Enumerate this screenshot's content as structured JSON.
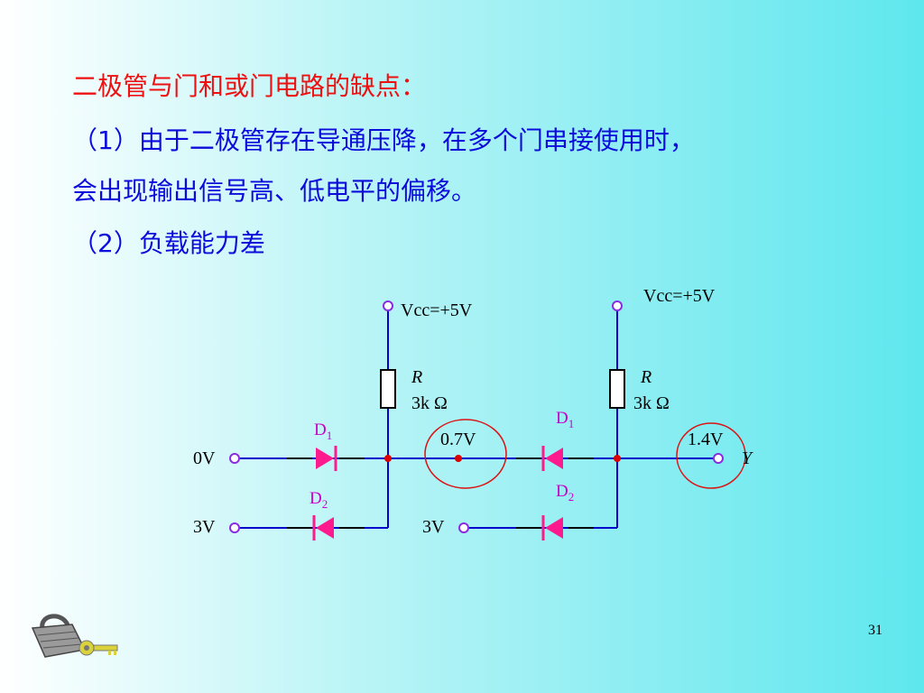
{
  "slide": {
    "heading": "二极管与门和或门电路的缺点：",
    "point1_line1": "（1）由于二极管存在导通压降，在多个门串接使用时，",
    "point1_line2": "会出现输出信号高、低电平的偏移。",
    "point2": "（2）负载能力差",
    "page_number": "31"
  },
  "circuit": {
    "left_gate": {
      "vcc": "Vcc=+5V",
      "resistor_name": "R",
      "resistor_value": "3k Ω",
      "d1_letter": "D",
      "d1_sub": "1",
      "d2_letter": "D",
      "d2_sub": "2",
      "input_a": "0V",
      "input_b": "3V",
      "output_voltage": "0.7V"
    },
    "right_gate": {
      "vcc": "Vcc=+5V",
      "resistor_name": "R",
      "resistor_value": "3k Ω",
      "d1_letter": "D",
      "d1_sub": "1",
      "d2_letter": "D",
      "d2_sub": "2",
      "input_b": "3V",
      "output_voltage": "1.4V",
      "output_name": "Y"
    },
    "colors": {
      "wire": "#0000cc",
      "diode": "#ff1b8d",
      "terminal": "#8a2be2",
      "node": "#dd0000",
      "highlight": "#dd1111"
    }
  },
  "icons": {
    "lock": "padlock-icon",
    "key": "key-icon"
  }
}
